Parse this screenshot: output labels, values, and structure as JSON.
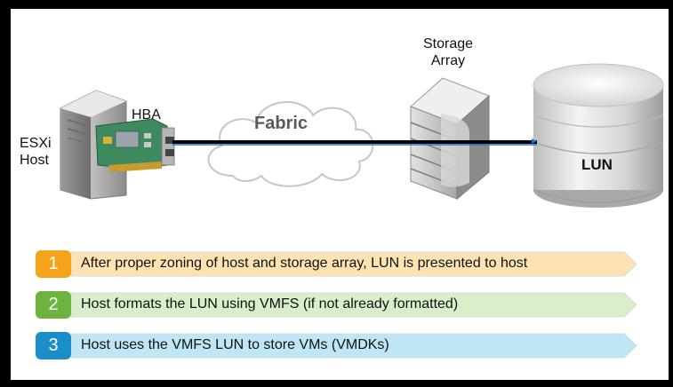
{
  "labels": {
    "esxi_host": [
      "ESXi",
      "Host"
    ],
    "hba": "HBA",
    "fabric": "Fabric",
    "storage_array": [
      "Storage",
      "Array"
    ],
    "lun": "LUN"
  },
  "steps": [
    {
      "number": "1",
      "text": "After proper zoning of host and storage array, LUN is presented to host",
      "badge_color": "#f5a31a",
      "bar_color": "#fde3b3"
    },
    {
      "number": "2",
      "text": "Host formats the LUN using VMFS (if not already formatted)",
      "badge_color": "#6db33f",
      "bar_color": "#d9efcc"
    },
    {
      "number": "3",
      "text": "Host uses the VMFS LUN to store VMs (VMDKs)",
      "badge_color": "#1b8ec9",
      "bar_color": "#bfe6f5"
    }
  ]
}
